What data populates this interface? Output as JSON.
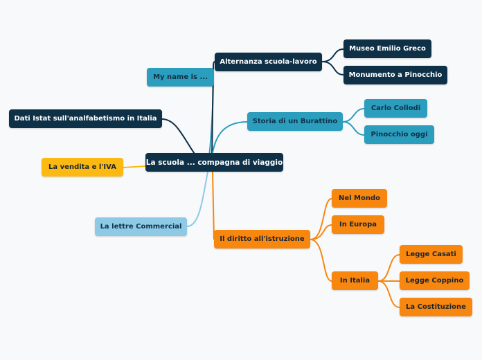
{
  "colors": {
    "dark": "#0f3148",
    "teal": "#2b9dbd",
    "orange": "#f7870f",
    "yellow": "#fcb912",
    "light": "#8ecae6",
    "background": "#f8f9fb"
  },
  "root": {
    "label": "La scuola ... compagna di viaggio"
  },
  "left_nodes": {
    "my_name": "My name is ...",
    "istat": "Dati Istat sull'analfabetismo in Italia",
    "vendita": "La vendita e l'IVA",
    "lettre": "La lettre Commercial"
  },
  "alternanza": {
    "label": "Alternanza scuola-lavoro",
    "children": [
      "Museo Emilio Greco",
      "Monumento a Pinocchio"
    ]
  },
  "storia": {
    "label": "Storia di un Burattino",
    "children": [
      "Carlo Collodi",
      "Pinocchio oggi"
    ]
  },
  "diritto": {
    "label": "Il diritto all'istruzione",
    "children": [
      "Nel Mondo",
      "In Europa",
      "In Italia"
    ],
    "italia_children": [
      "Legge Casati",
      "Legge Coppino",
      "La Costituzione"
    ]
  }
}
